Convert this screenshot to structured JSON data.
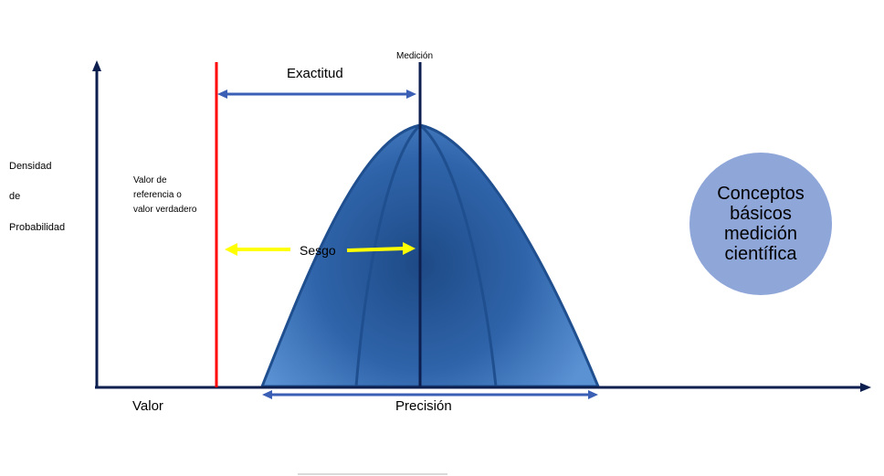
{
  "labels": {
    "medicion": "Medición",
    "exactitud": "Exactitud",
    "sesgo": "Sesgo",
    "precision": "Precisión",
    "valor": "Valor",
    "y_axis_line1": "Densidad",
    "y_axis_line2": "de",
    "y_axis_line3": "Probabilidad",
    "reference_line1": "Valor de",
    "reference_line2": "referencia o",
    "reference_line3": "valor verdadero",
    "concepts": "Conceptos\nbásicos\nmedición\ncientífica"
  },
  "colors": {
    "axis": "#0d1f4f",
    "reference_line": "#ff0000",
    "measurement_line": "#0d1f4f",
    "double_arrow": "#3a5fb5",
    "sesgo_arrow": "#ffff00",
    "curve_dark": "#1f4f8f",
    "curve_light": "#5a8fd0",
    "circle_fill": "#8fa6d9"
  }
}
